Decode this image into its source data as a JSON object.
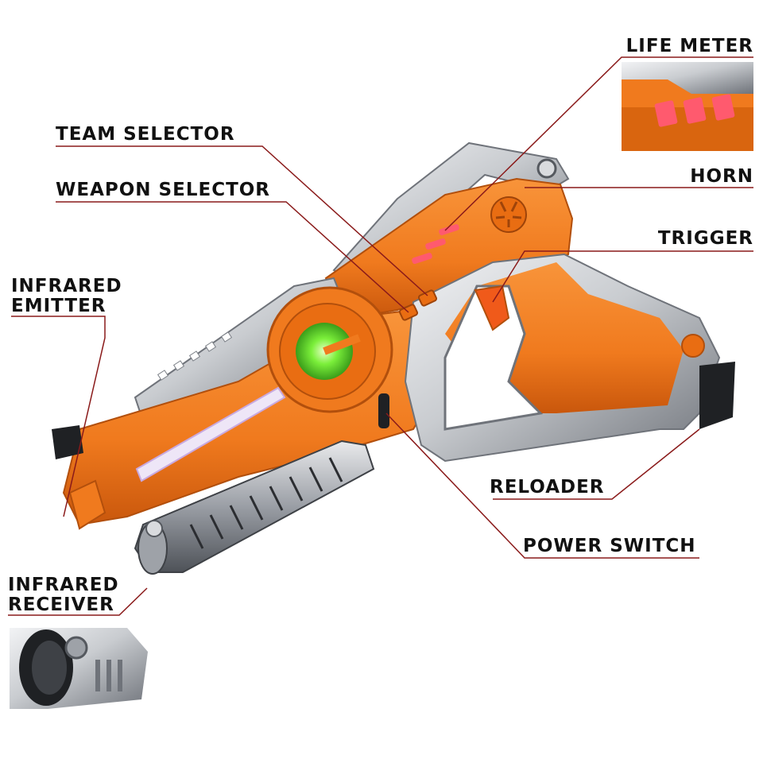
{
  "labels": {
    "life_meter": "LIFE METER",
    "team_selector": "TEAM SELECTOR",
    "weapon_selector": "WEAPON SELECTOR",
    "horn": "HORN",
    "trigger": "TRIGGER",
    "infrared_emitter_1": "INFRARED",
    "infrared_emitter_2": "EMITTER",
    "reloader": "RELOADER",
    "power_switch": "POWER SWITCH",
    "infrared_receiver_1": "INFRARED",
    "infrared_receiver_2": "RECEIVER"
  },
  "colors": {
    "body_orange": "#f07a1e",
    "body_orange_dark": "#c9570c",
    "silver": "#c9ccd0",
    "silver_dark": "#7c8087",
    "led_red": "#ff5a6e",
    "glow_green": "#7bef3a",
    "leader_line": "#8a1a1a",
    "label_text": "#111111"
  }
}
